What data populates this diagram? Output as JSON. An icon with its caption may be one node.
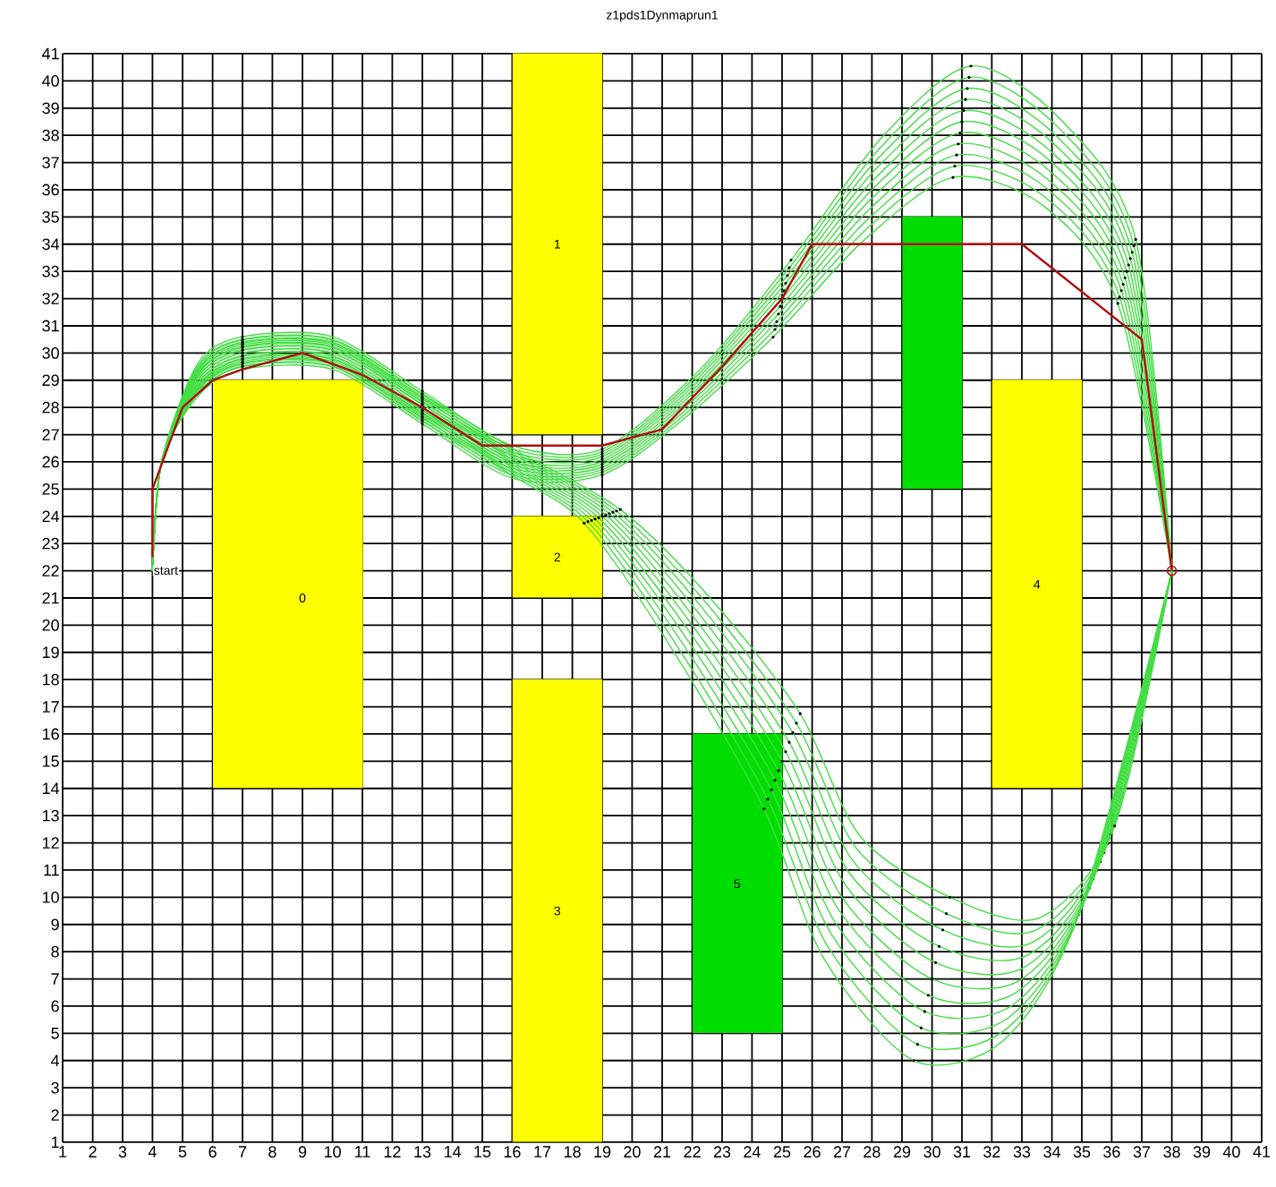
{
  "diagram": {
    "title": "z1pds1Dynmaprun1",
    "nodes": [
      {
        "text": [
          "0"
        ]
      },
      {
        "text": [
          "1"
        ]
      },
      {
        "text": [
          "2"
        ]
      },
      {
        "text": [
          "3"
        ]
      },
      {
        "text": [
          "4"
        ]
      },
      {
        "text": [
          "5"
        ]
      },
      {
        "text": [],
        "shape": "box"
      }
    ],
    "labels": [
      "41",
      "40",
      "39",
      "38",
      "37",
      "36",
      "35",
      "34",
      "33",
      "32",
      "31",
      "30",
      "29",
      "28",
      "27",
      "26",
      "25",
      "24",
      "23",
      "22",
      "21",
      "20",
      "19",
      "18",
      "17",
      "16",
      "15",
      "14",
      "13",
      "12",
      "11",
      "10",
      "9",
      "8",
      "7",
      "6",
      "5",
      "4",
      "3",
      "2",
      "1",
      "start",
      "1",
      "2",
      "3",
      "4",
      "5",
      "6",
      "7",
      "8",
      "9",
      "10",
      "11",
      "12",
      "13",
      "14",
      "15",
      "16",
      "17",
      "18",
      "19",
      "20",
      "21",
      "22",
      "23",
      "24",
      "25",
      "26",
      "27",
      "28",
      "29",
      "30",
      "31",
      "32",
      "33",
      "34",
      "35",
      "36",
      "37",
      "38",
      "39",
      "40",
      "41"
    ]
  }
}
